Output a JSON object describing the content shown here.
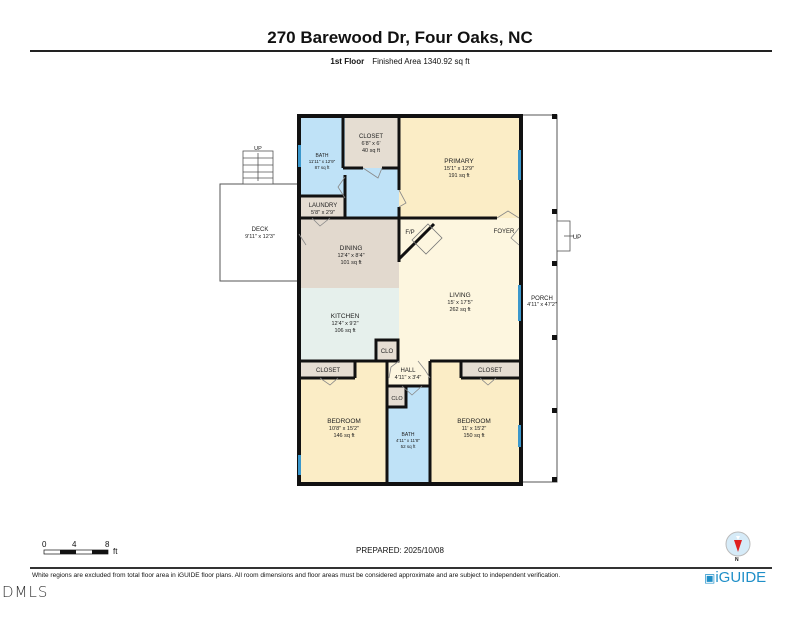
{
  "header": {
    "title": "270 Barewood Dr, Four Oaks, NC",
    "floor": "1st Floor",
    "finished_area": "Finished Area 1340.92 sq ft"
  },
  "rooms": {
    "bath1": {
      "name": "BATH",
      "dims": "11'11\" x 12'9\"",
      "area": "87 sq ft"
    },
    "closet1": {
      "name": "CLOSET",
      "dims": "6'8\" x 6'",
      "area": "40 sq ft"
    },
    "primary": {
      "name": "PRIMARY",
      "dims": "15'1\" x 12'9\"",
      "area": "191 sq ft"
    },
    "laundry": {
      "name": "LAUNDRY",
      "dims": "5'8\" x 2'9\""
    },
    "deck": {
      "name": "DECK",
      "dims": "9'11\" x 12'3\""
    },
    "deck_stairs": {
      "name": "UP"
    },
    "dining": {
      "name": "DINING",
      "dims": "12'4\" x 8'4\"",
      "area": "101 sq ft"
    },
    "fp": {
      "name": "F/P"
    },
    "foyer": {
      "name": "FOYER"
    },
    "living": {
      "name": "LIVING",
      "dims": "15' x 17'5\"",
      "area": "262 sq ft"
    },
    "kitchen": {
      "name": "KITCHEN",
      "dims": "12'4\" x 9'2\"",
      "area": "106 sq ft"
    },
    "clo1": {
      "name": "CLO"
    },
    "porch": {
      "name": "PORCH",
      "dims": "4'11\" x 47'2\""
    },
    "porch_stairs": {
      "name": "UP"
    },
    "closet2": {
      "name": "CLOSET"
    },
    "closet3": {
      "name": "CLOSET"
    },
    "hall": {
      "name": "HALL",
      "dims": "4'11\" x 3'4\""
    },
    "clo2": {
      "name": "CLO"
    },
    "bedroom1": {
      "name": "BEDROOM",
      "dims": "10'8\" x 15'2\"",
      "area": "146 sq ft"
    },
    "bath2": {
      "name": "BATH",
      "dims": "4'11\" x 11'8\"",
      "area": "52 sq ft"
    },
    "bedroom2": {
      "name": "BEDROOM",
      "dims": "11' x 15'2\"",
      "area": "150 sq ft"
    }
  },
  "colors": {
    "bath": "#bfe2f7",
    "closet": "#e5ddd2",
    "bedroom": "#fbedc6",
    "living": "#fdf6df",
    "dining": "#e2d9ce",
    "kitchen": "#e6f0ec",
    "window": "#3a97cc",
    "brand": "#1f8fc8",
    "compass_red": "#e02020"
  },
  "scale": {
    "ticks": [
      "0",
      "4",
      "8"
    ],
    "unit": "ft"
  },
  "footer": {
    "prepared": "PREPARED: 2025/10/08",
    "disclaimer": "White regions are excluded from total floor area in iGUIDE floor plans. All room dimensions and floor areas must be considered approximate and are subject to independent verification.",
    "brand": "iGUIDE",
    "mls": "DMLS",
    "compass_label": "N"
  }
}
